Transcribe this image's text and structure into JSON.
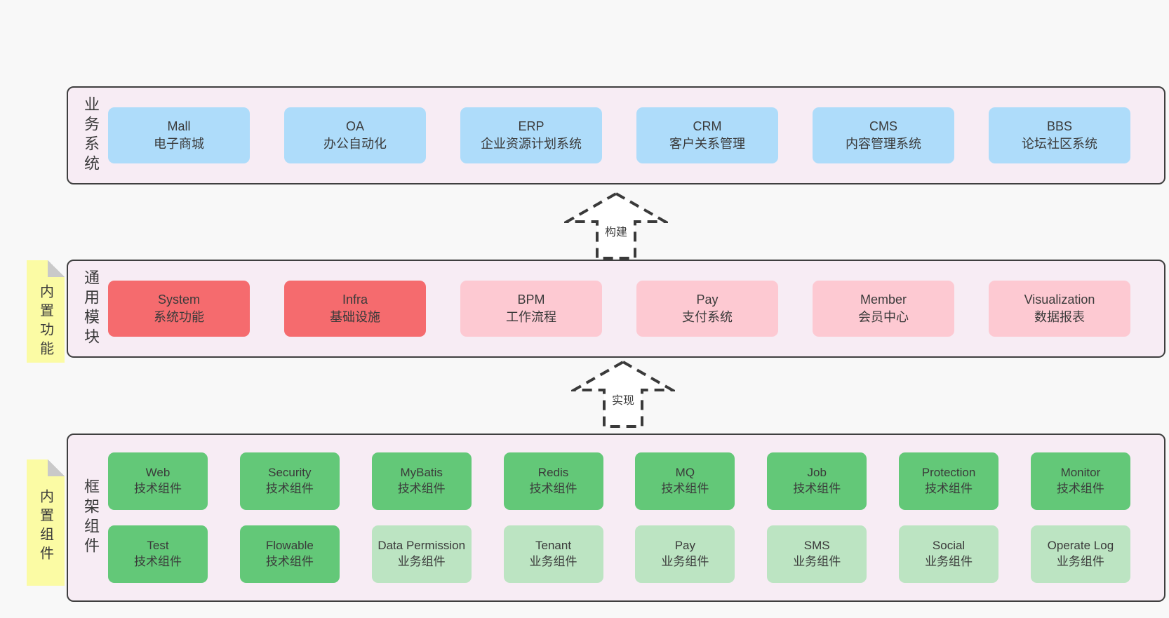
{
  "colors": {
    "page-bg": "#f8f8f8",
    "panel-bg": "#f7ecf4",
    "panel-border": "#3f3f3f",
    "ink": "#3a3a3a",
    "blue": "#aedcfa",
    "red": "#f56b6e",
    "pink": "#fdc9d2",
    "green-dark": "#63c878",
    "green-light": "#bce4c2",
    "note-yellow": "#fbfba4",
    "note-fold": "#c9c9c9",
    "arrow-fill": "#ffffff"
  },
  "arrows": [
    {
      "label": "构建"
    },
    {
      "label": "实现"
    }
  ],
  "layers": [
    {
      "label": "业务系统",
      "note": null,
      "rows": [
        [
          {
            "name": "Mall",
            "desc": "电子商城",
            "variant": "blue"
          },
          {
            "name": "OA",
            "desc": "办公自动化",
            "variant": "blue"
          },
          {
            "name": "ERP",
            "desc": "企业资源计划系统",
            "variant": "blue"
          },
          {
            "name": "CRM",
            "desc": "客户关系管理",
            "variant": "blue"
          },
          {
            "name": "CMS",
            "desc": "内容管理系统",
            "variant": "blue"
          },
          {
            "name": "BBS",
            "desc": "论坛社区系统",
            "variant": "blue"
          }
        ]
      ]
    },
    {
      "label": "通用模块",
      "note": "内置功能",
      "rows": [
        [
          {
            "name": "System",
            "desc": "系统功能",
            "variant": "red"
          },
          {
            "name": "Infra",
            "desc": "基础设施",
            "variant": "red"
          },
          {
            "name": "BPM",
            "desc": "工作流程",
            "variant": "pink"
          },
          {
            "name": "Pay",
            "desc": "支付系统",
            "variant": "pink"
          },
          {
            "name": "Member",
            "desc": "会员中心",
            "variant": "pink"
          },
          {
            "name": "Visualization",
            "desc": "数据报表",
            "variant": "pink"
          }
        ]
      ]
    },
    {
      "label": "框架组件",
      "note": "内置组件",
      "rows": [
        [
          {
            "name": "Web",
            "desc": "技术组件",
            "variant": "green-dark"
          },
          {
            "name": "Security",
            "desc": "技术组件",
            "variant": "green-dark"
          },
          {
            "name": "MyBatis",
            "desc": "技术组件",
            "variant": "green-dark"
          },
          {
            "name": "Redis",
            "desc": "技术组件",
            "variant": "green-dark"
          },
          {
            "name": "MQ",
            "desc": "技术组件",
            "variant": "green-dark"
          },
          {
            "name": "Job",
            "desc": "技术组件",
            "variant": "green-dark"
          },
          {
            "name": "Protection",
            "desc": "技术组件",
            "variant": "green-dark"
          },
          {
            "name": "Monitor",
            "desc": "技术组件",
            "variant": "green-dark"
          }
        ],
        [
          {
            "name": "Test",
            "desc": "技术组件",
            "variant": "green-dark"
          },
          {
            "name": "Flowable",
            "desc": "技术组件",
            "variant": "green-dark"
          },
          {
            "name": "Data Permission",
            "desc": "业务组件",
            "variant": "green-light"
          },
          {
            "name": "Tenant",
            "desc": "业务组件",
            "variant": "green-light"
          },
          {
            "name": "Pay",
            "desc": "业务组件",
            "variant": "green-light"
          },
          {
            "name": "SMS",
            "desc": "业务组件",
            "variant": "green-light"
          },
          {
            "name": "Social",
            "desc": "业务组件",
            "variant": "green-light"
          },
          {
            "name": "Operate Log",
            "desc": "业务组件",
            "variant": "green-light"
          }
        ]
      ]
    }
  ]
}
